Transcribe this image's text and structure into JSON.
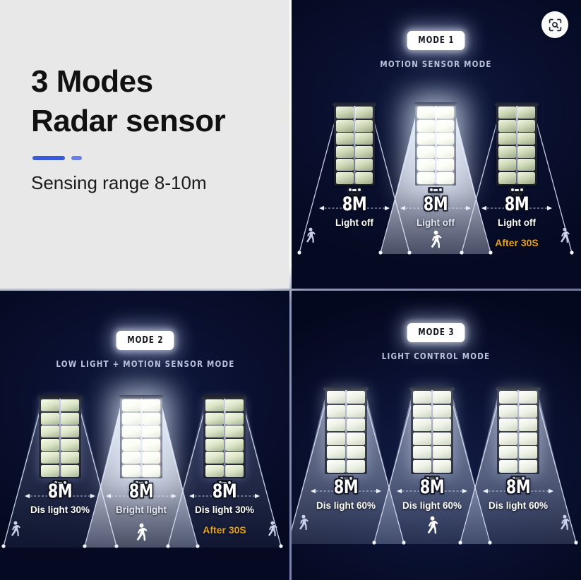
{
  "title_panel": {
    "heading_line1": "3 Modes",
    "heading_line2": "Radar sensor",
    "subtitle": "Sensing range 8-10m",
    "accent_color_long": "#3a5bd9",
    "accent_color_short": "#6b7fe8",
    "background_color": "#e8e8e8"
  },
  "visual_search_button": {
    "icon": "visual-search-icon"
  },
  "colors": {
    "panel_dark": "#0a1030",
    "after_delay_text": "#e8a317",
    "badge_background": "#ffffff",
    "label_text": "#ffffff"
  },
  "modes": [
    {
      "badge": "MODE 1",
      "subtitle": "MOTION SENSOR MODE",
      "lamps": [
        {
          "distance": "8M",
          "state": "Light off",
          "after": "",
          "brightness": "off"
        },
        {
          "distance": "8M",
          "state": "Light off",
          "after": "",
          "brightness": "on"
        },
        {
          "distance": "8M",
          "state": "Light off",
          "after": "After 30S",
          "brightness": "off"
        }
      ],
      "pedestrians": [
        "left-outside",
        "center-under",
        "right-outside"
      ]
    },
    {
      "badge": "MODE 2",
      "subtitle": "LOW LIGHT + MOTION SENSOR MODE",
      "lamps": [
        {
          "distance": "8M",
          "state": "Dis light 30%",
          "after": "",
          "brightness": "dim"
        },
        {
          "distance": "8M",
          "state": "Bright light",
          "after": "",
          "brightness": "on"
        },
        {
          "distance": "8M",
          "state": "Dis light 30%",
          "after": "After 30S",
          "brightness": "dim"
        }
      ],
      "pedestrians": [
        "left-outside",
        "center-under",
        "right-outside"
      ]
    },
    {
      "badge": "MODE 3",
      "subtitle": "LIGHT CONTROL MODE",
      "lamps": [
        {
          "distance": "8M",
          "state": "Dis light 60%",
          "after": "",
          "brightness": "mid"
        },
        {
          "distance": "8M",
          "state": "Dis light 60%",
          "after": "",
          "brightness": "mid"
        },
        {
          "distance": "8M",
          "state": "Dis light 60%",
          "after": "",
          "brightness": "mid"
        }
      ],
      "pedestrians": [
        "left-outside",
        "center-under",
        "right-outside"
      ]
    }
  ]
}
